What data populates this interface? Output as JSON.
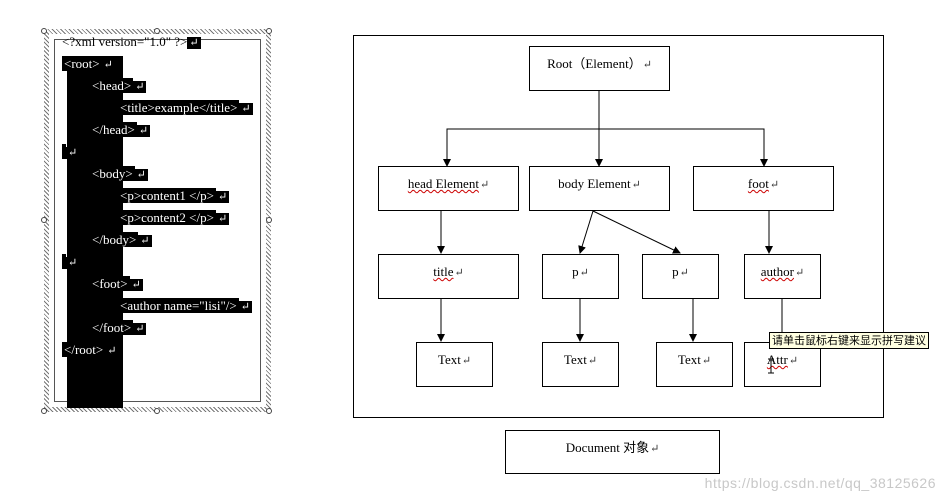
{
  "xml_code": {
    "lines": [
      "<?xml version=\"1.0\" ?>",
      "<root>",
      "<head>",
      "<title>example</title>",
      "</head>",
      "",
      "<body>",
      "<p>content1 </p>",
      "<p>content2 </p>",
      "</body>",
      "",
      "<foot>",
      "<author name=\"lisi\"/>",
      "</foot>",
      "</root>"
    ],
    "line_end_mark": "↵"
  },
  "tree": {
    "root": "Root（Element）",
    "level1": [
      "head Element",
      "body Element",
      "foot"
    ],
    "level2": [
      "title",
      "p",
      "p",
      "author"
    ],
    "level3": [
      "Text",
      "Text",
      "Text",
      "Attr"
    ],
    "line_end_mark": "↵"
  },
  "document_label": "Document 对象",
  "tooltip": "请单击鼠标右键来显示拼写建议",
  "watermark": "https://blog.csdn.net/qq_38125626"
}
